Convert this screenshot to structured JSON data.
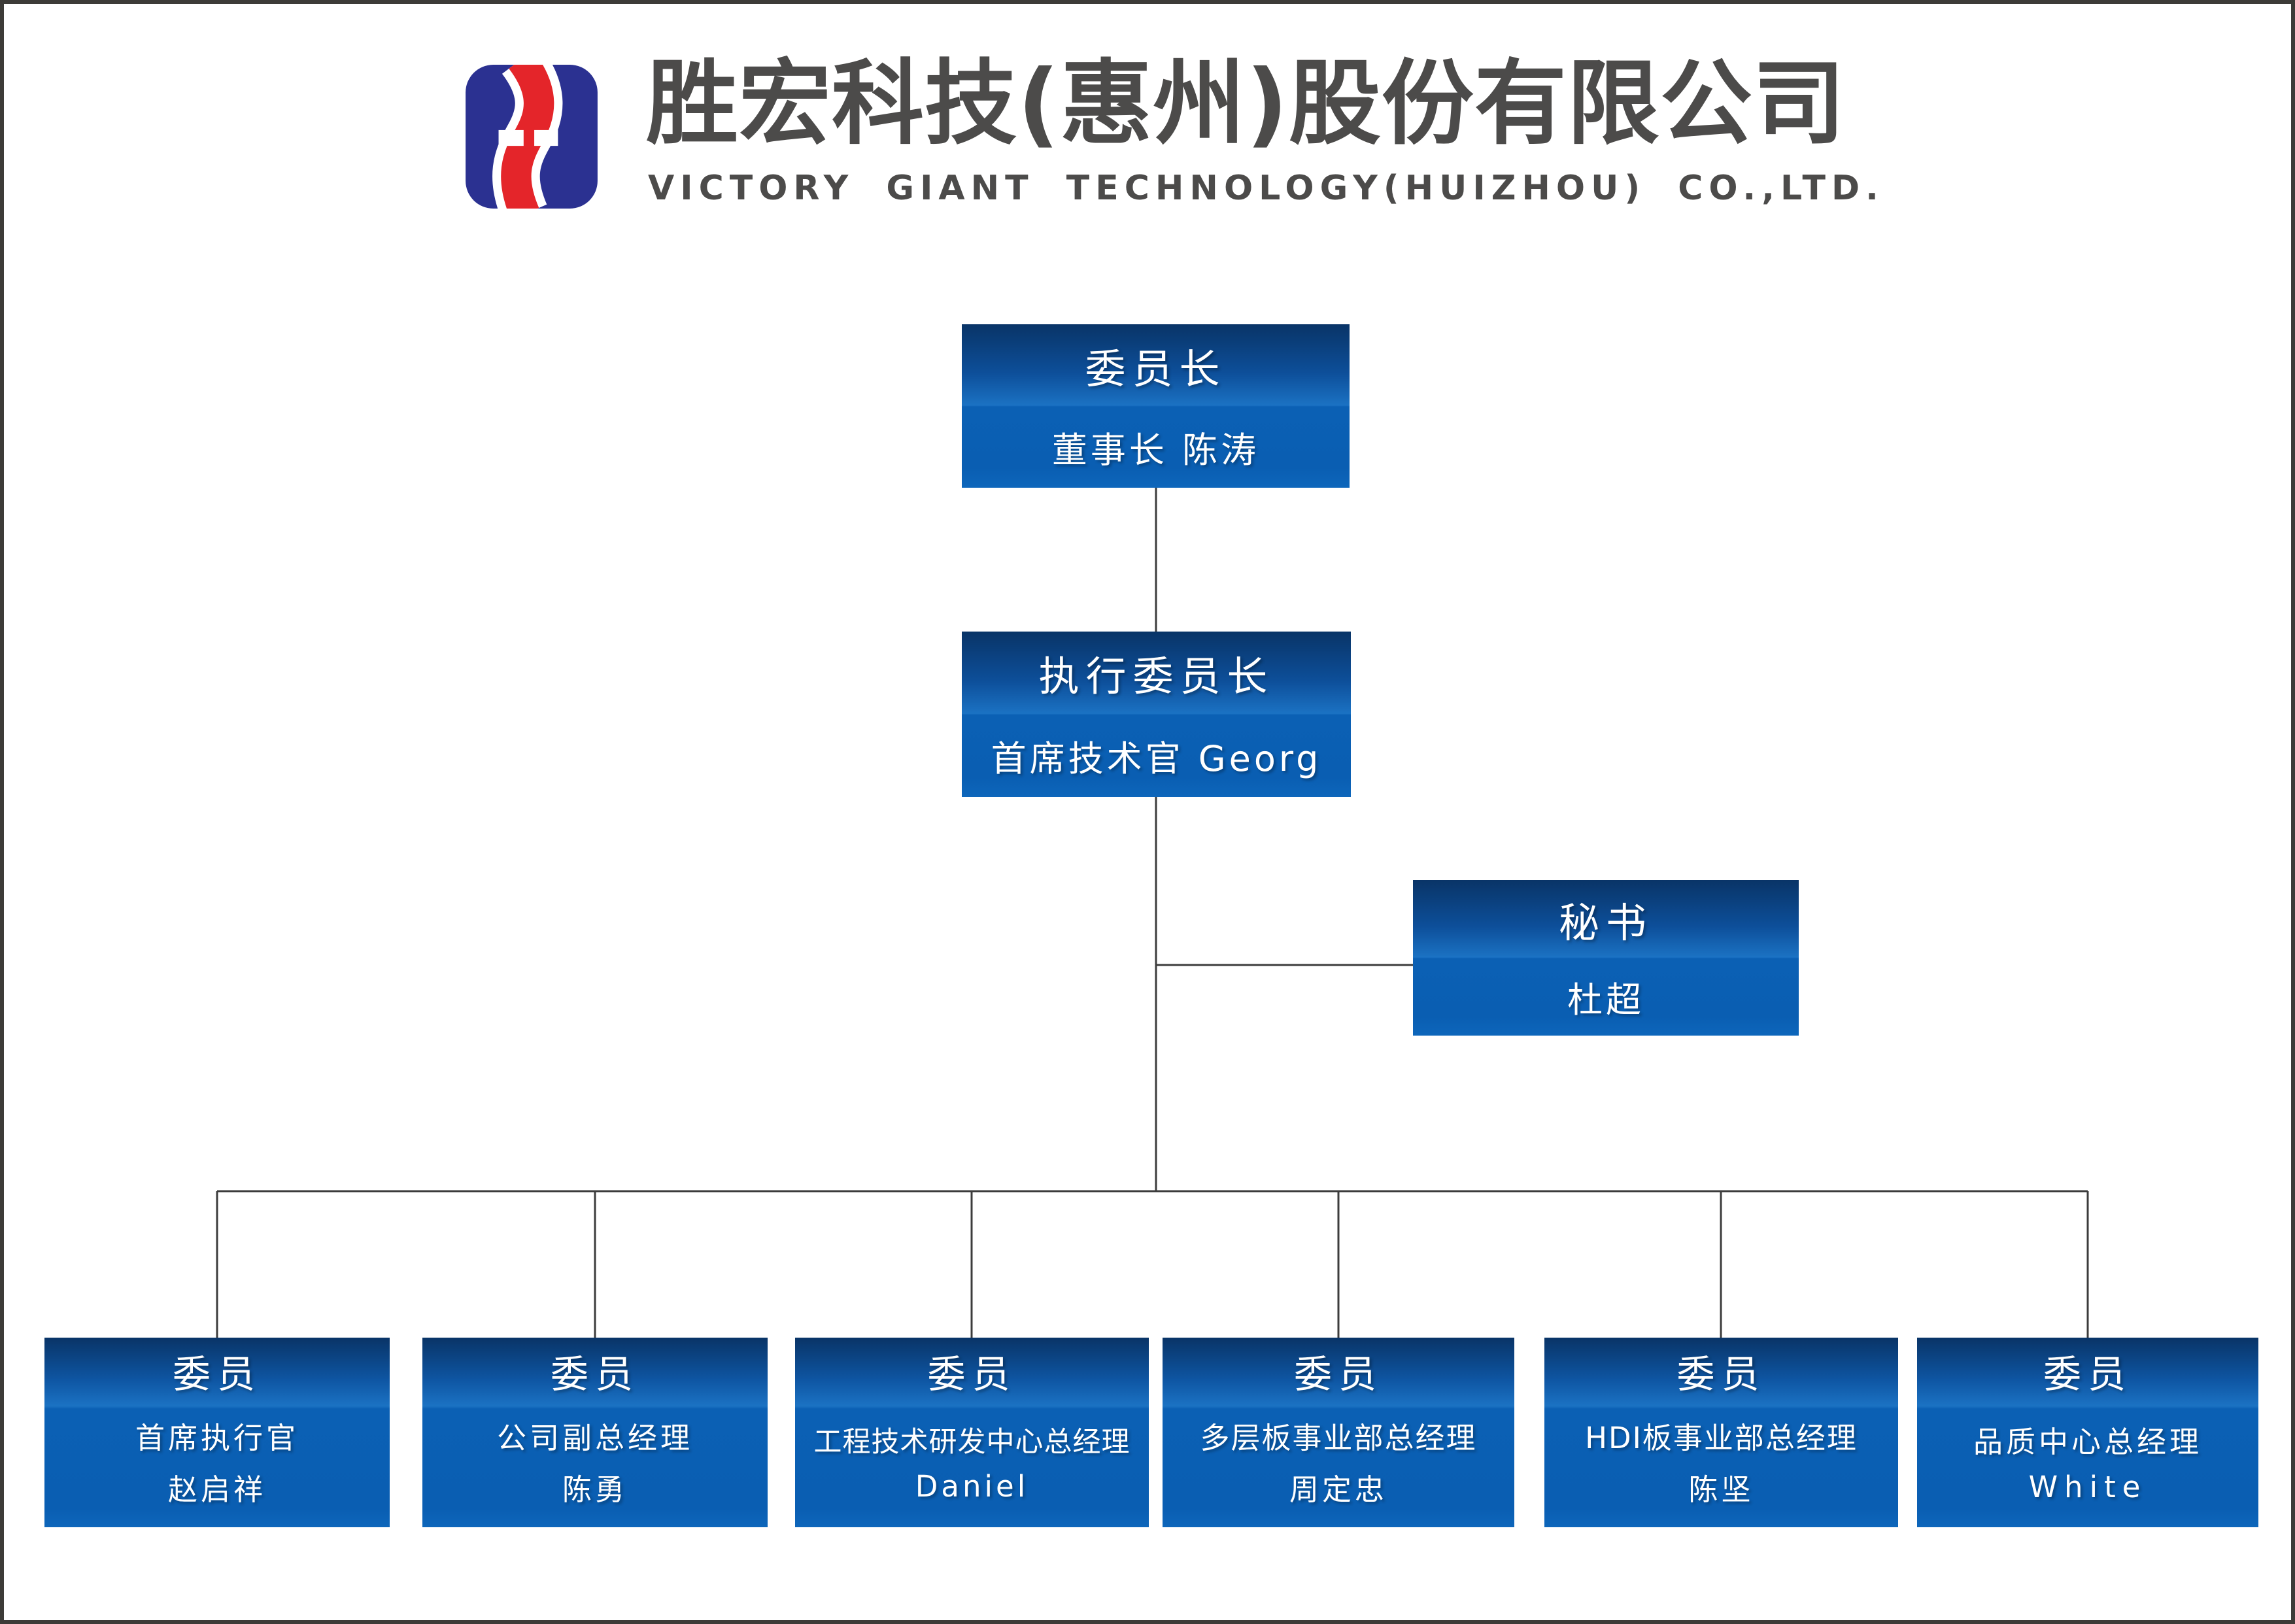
{
  "page": {
    "background": "#ffffff",
    "border_color": "#3d3b38",
    "connector_color": "#3c3c3c"
  },
  "header": {
    "company_name_zh": "胜宏科技(惠州)股份有限公司",
    "company_name_en": "VICTORY GIANT TECHNOLOGY(HUIZHOU) CO.,LTD.",
    "text_color": "#4c4b4a",
    "logo": {
      "blue": "#2b3191",
      "red": "#e4252a",
      "white": "#ffffff"
    }
  },
  "chart": {
    "box_gradient": {
      "top": "#093467",
      "light_mid": "#1b72c3",
      "bottom": "#0b60b4"
    },
    "text_color": "#ffffff",
    "nodes": [
      {
        "id": "chairman",
        "title": "委员长",
        "lines": [
          "董事长 陈涛"
        ]
      },
      {
        "id": "executive-chairman",
        "title": "执行委员长",
        "lines": [
          "首席技术官 Georg"
        ]
      },
      {
        "id": "secretary",
        "title": "秘书",
        "lines": [
          "杜超"
        ]
      },
      {
        "id": "member-1",
        "title": "委员",
        "lines": [
          "首席执行官",
          "赵启祥"
        ]
      },
      {
        "id": "member-2",
        "title": "委员",
        "lines": [
          "公司副总经理",
          "陈勇"
        ]
      },
      {
        "id": "member-3",
        "title": "委员",
        "lines": [
          "工程技术研发中心总经理",
          "Daniel"
        ]
      },
      {
        "id": "member-4",
        "title": "委员",
        "lines": [
          "多层板事业部总经理",
          "周定忠"
        ]
      },
      {
        "id": "member-5",
        "title": "委员",
        "lines": [
          "HDI板事业部总经理",
          "陈坚"
        ]
      },
      {
        "id": "member-6",
        "title": "委员",
        "lines": [
          "品质中心总经理",
          "White"
        ]
      }
    ]
  }
}
